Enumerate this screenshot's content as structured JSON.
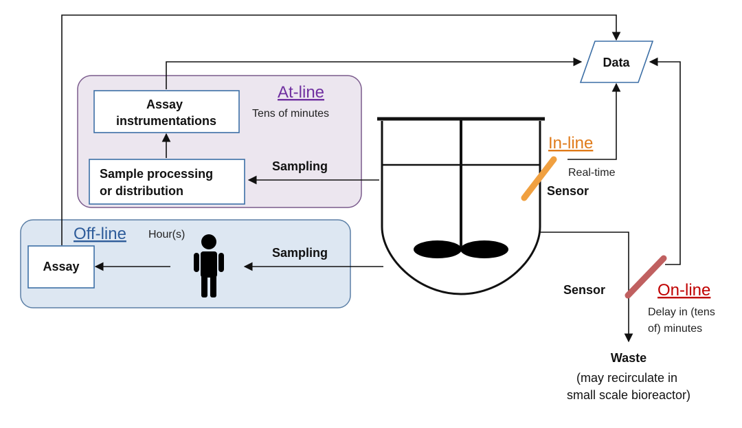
{
  "data_node": {
    "label": "Data"
  },
  "at_line": {
    "heading": "At-line",
    "timing": "Tens of minutes",
    "heading_color": "#7030a0",
    "fill": "#ece6ef",
    "stroke": "#7a5a8c",
    "assay_instrumentations": [
      "Assay",
      "instrumentations"
    ],
    "sample_processing": [
      "Sample processing",
      "or distribution"
    ],
    "sampling_label": "Sampling"
  },
  "off_line": {
    "heading": "Off-line",
    "timing": "Hour(s)",
    "heading_color": "#2e5c9a",
    "fill": "#dde7f2",
    "stroke": "#5b7fa6",
    "assay": "Assay",
    "sampling_label": "Sampling",
    "person_icon": "person-icon"
  },
  "in_line": {
    "heading": "In-line",
    "timing": "Real-time",
    "sensor_label": "Sensor",
    "heading_color": "#e07b1a",
    "sensor_color": "#f0a040"
  },
  "on_line": {
    "heading": "On-line",
    "timing": [
      "Delay in (tens",
      "of) minutes"
    ],
    "sensor_label": "Sensor",
    "heading_color": "#c00000",
    "sensor_color": "#c06060"
  },
  "waste": {
    "label": "Waste",
    "note": [
      "(may recirculate in",
      "small scale bioreactor)"
    ]
  }
}
